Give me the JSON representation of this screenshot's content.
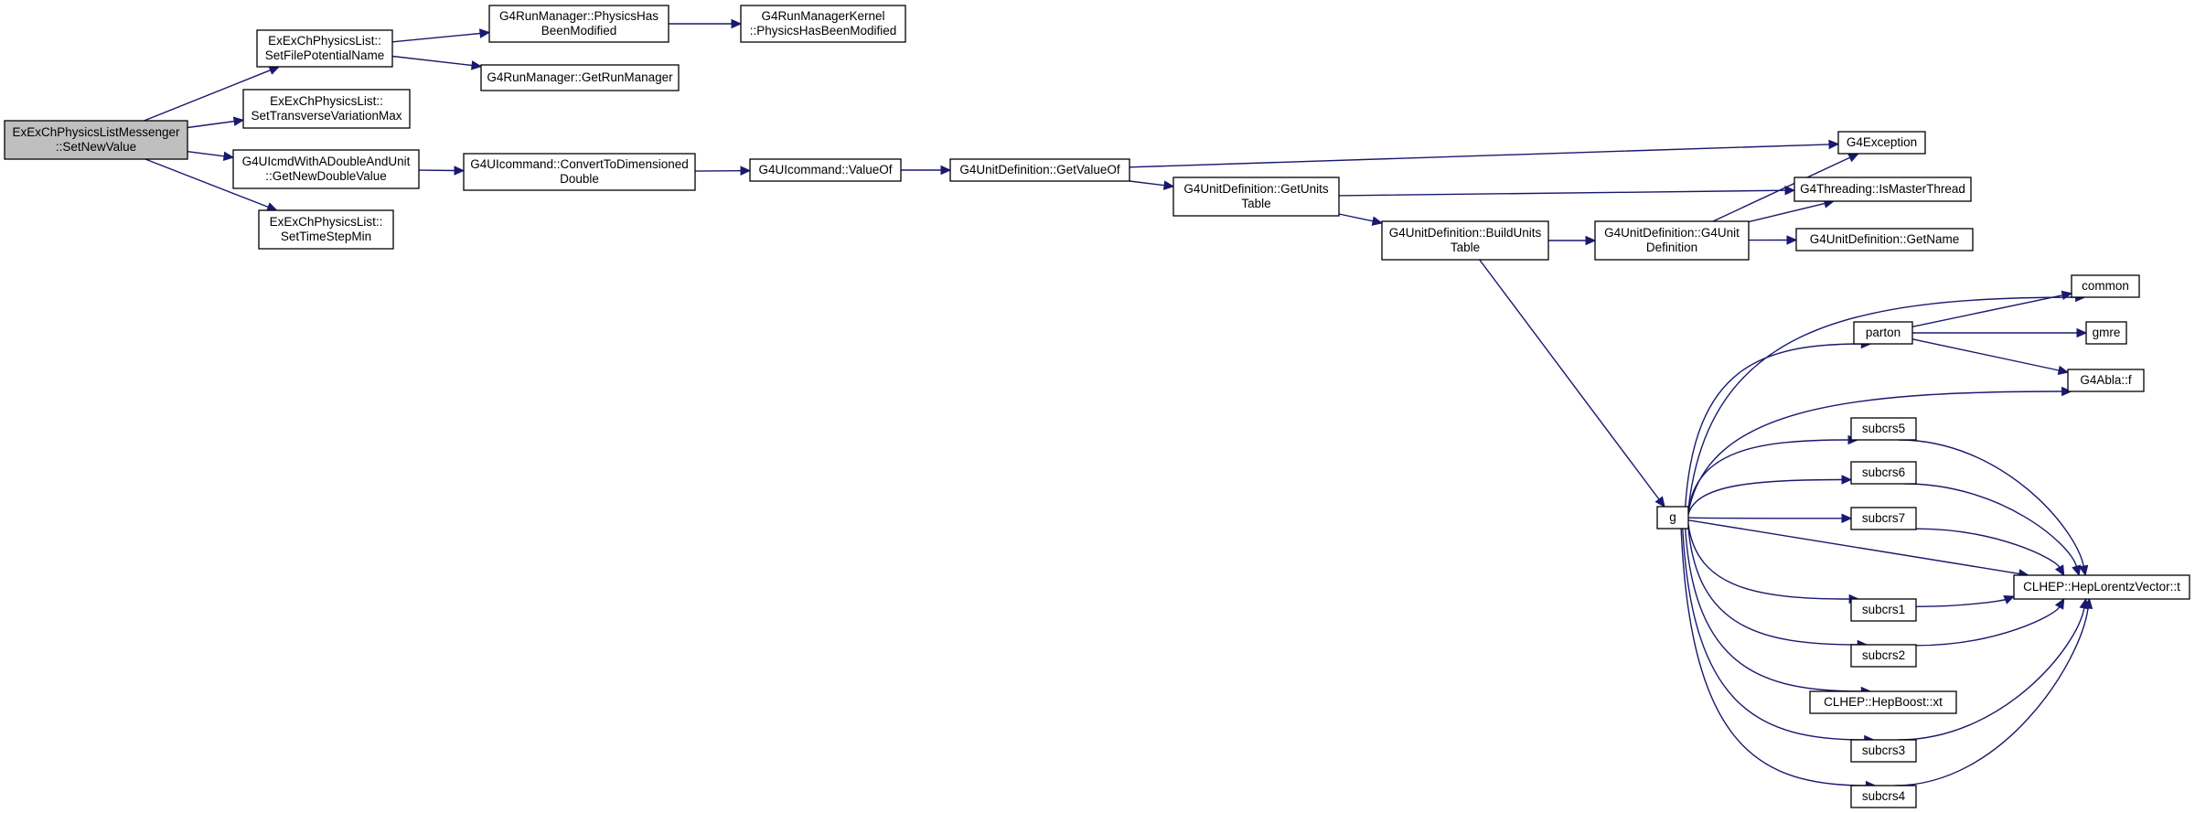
{
  "nodes": [
    {
      "id": "root",
      "lines": [
        "ExExChPhysicsListMessenger",
        "::SetNewValue"
      ],
      "root": true
    },
    {
      "id": "sfpn",
      "lines": [
        "ExExChPhysicsList::",
        "SetFilePotentialName"
      ]
    },
    {
      "id": "stvm",
      "lines": [
        "ExExChPhysicsList::",
        "SetTransverseVariationMax"
      ]
    },
    {
      "id": "gndv",
      "lines": [
        "G4UIcmdWithADoubleAndUnit",
        "::GetNewDoubleValue"
      ]
    },
    {
      "id": "stsm",
      "lines": [
        "ExExChPhysicsList::",
        "SetTimeStepMin"
      ]
    },
    {
      "id": "rmphm",
      "lines": [
        "G4RunManager::PhysicsHas",
        "BeenModified"
      ]
    },
    {
      "id": "rmgrm",
      "lines": [
        "G4RunManager::GetRunManager"
      ]
    },
    {
      "id": "rmkphm",
      "lines": [
        "G4RunManagerKernel",
        "::PhysicsHasBeenModified"
      ]
    },
    {
      "id": "ctdd",
      "lines": [
        "G4UIcommand::ConvertToDimensioned",
        "Double"
      ]
    },
    {
      "id": "valof",
      "lines": [
        "G4UIcommand::ValueOf"
      ]
    },
    {
      "id": "udgvo",
      "lines": [
        "G4UnitDefinition::GetValueOf"
      ]
    },
    {
      "id": "udgut",
      "lines": [
        "G4UnitDefinition::GetUnits",
        "Table"
      ]
    },
    {
      "id": "udbut",
      "lines": [
        "G4UnitDefinition::BuildUnits",
        "Table"
      ]
    },
    {
      "id": "udctor",
      "lines": [
        "G4UnitDefinition::G4Unit",
        "Definition"
      ]
    },
    {
      "id": "g4exc",
      "lines": [
        "G4Exception"
      ]
    },
    {
      "id": "ismt",
      "lines": [
        "G4Threading::IsMasterThread"
      ]
    },
    {
      "id": "udgn",
      "lines": [
        "G4UnitDefinition::GetName"
      ]
    },
    {
      "id": "g",
      "lines": [
        "g"
      ]
    },
    {
      "id": "common",
      "lines": [
        "common"
      ]
    },
    {
      "id": "parton",
      "lines": [
        "parton"
      ]
    },
    {
      "id": "gmre",
      "lines": [
        "gmre"
      ]
    },
    {
      "id": "ablaf",
      "lines": [
        "G4Abla::f"
      ]
    },
    {
      "id": "s5",
      "lines": [
        "subcrs5"
      ]
    },
    {
      "id": "s6",
      "lines": [
        "subcrs6"
      ]
    },
    {
      "id": "s7",
      "lines": [
        "subcrs7"
      ]
    },
    {
      "id": "hlvt",
      "lines": [
        "CLHEP::HepLorentzVector::t"
      ]
    },
    {
      "id": "s1",
      "lines": [
        "subcrs1"
      ]
    },
    {
      "id": "s2",
      "lines": [
        "subcrs2"
      ]
    },
    {
      "id": "hbxt",
      "lines": [
        "CLHEP::HepBoost::xt"
      ]
    },
    {
      "id": "s3",
      "lines": [
        "subcrs3"
      ]
    },
    {
      "id": "s4",
      "lines": [
        "subcrs4"
      ]
    }
  ],
  "edges": [
    {
      "from": "root",
      "to": "sfpn"
    },
    {
      "from": "root",
      "to": "stvm"
    },
    {
      "from": "root",
      "to": "gndv"
    },
    {
      "from": "root",
      "to": "stsm"
    },
    {
      "from": "sfpn",
      "to": "rmphm"
    },
    {
      "from": "sfpn",
      "to": "rmgrm"
    },
    {
      "from": "rmphm",
      "to": "rmkphm"
    },
    {
      "from": "gndv",
      "to": "ctdd"
    },
    {
      "from": "ctdd",
      "to": "valof"
    },
    {
      "from": "valof",
      "to": "udgvo"
    },
    {
      "from": "udgvo",
      "to": "g4exc"
    },
    {
      "from": "udgvo",
      "to": "udgut"
    },
    {
      "from": "udgut",
      "to": "ismt"
    },
    {
      "from": "udgut",
      "to": "udbut"
    },
    {
      "from": "udbut",
      "to": "udctor"
    },
    {
      "from": "udbut",
      "to": "g"
    },
    {
      "from": "udctor",
      "to": "g4exc"
    },
    {
      "from": "udctor",
      "to": "ismt"
    },
    {
      "from": "udctor",
      "to": "udgn"
    },
    {
      "from": "g",
      "to": "common"
    },
    {
      "from": "g",
      "to": "parton"
    },
    {
      "from": "g",
      "to": "ablaf"
    },
    {
      "from": "g",
      "to": "s5"
    },
    {
      "from": "g",
      "to": "s6"
    },
    {
      "from": "g",
      "to": "s7"
    },
    {
      "from": "g",
      "to": "hlvt"
    },
    {
      "from": "g",
      "to": "s1"
    },
    {
      "from": "g",
      "to": "s2"
    },
    {
      "from": "g",
      "to": "hbxt"
    },
    {
      "from": "g",
      "to": "s3"
    },
    {
      "from": "g",
      "to": "s4"
    },
    {
      "from": "parton",
      "to": "common"
    },
    {
      "from": "parton",
      "to": "gmre"
    },
    {
      "from": "parton",
      "to": "ablaf"
    },
    {
      "from": "s5",
      "to": "hlvt"
    },
    {
      "from": "s6",
      "to": "hlvt"
    },
    {
      "from": "s7",
      "to": "hlvt"
    },
    {
      "from": "s1",
      "to": "hlvt"
    },
    {
      "from": "s2",
      "to": "hlvt"
    },
    {
      "from": "s3",
      "to": "hlvt"
    },
    {
      "from": "s4",
      "to": "hlvt"
    }
  ]
}
